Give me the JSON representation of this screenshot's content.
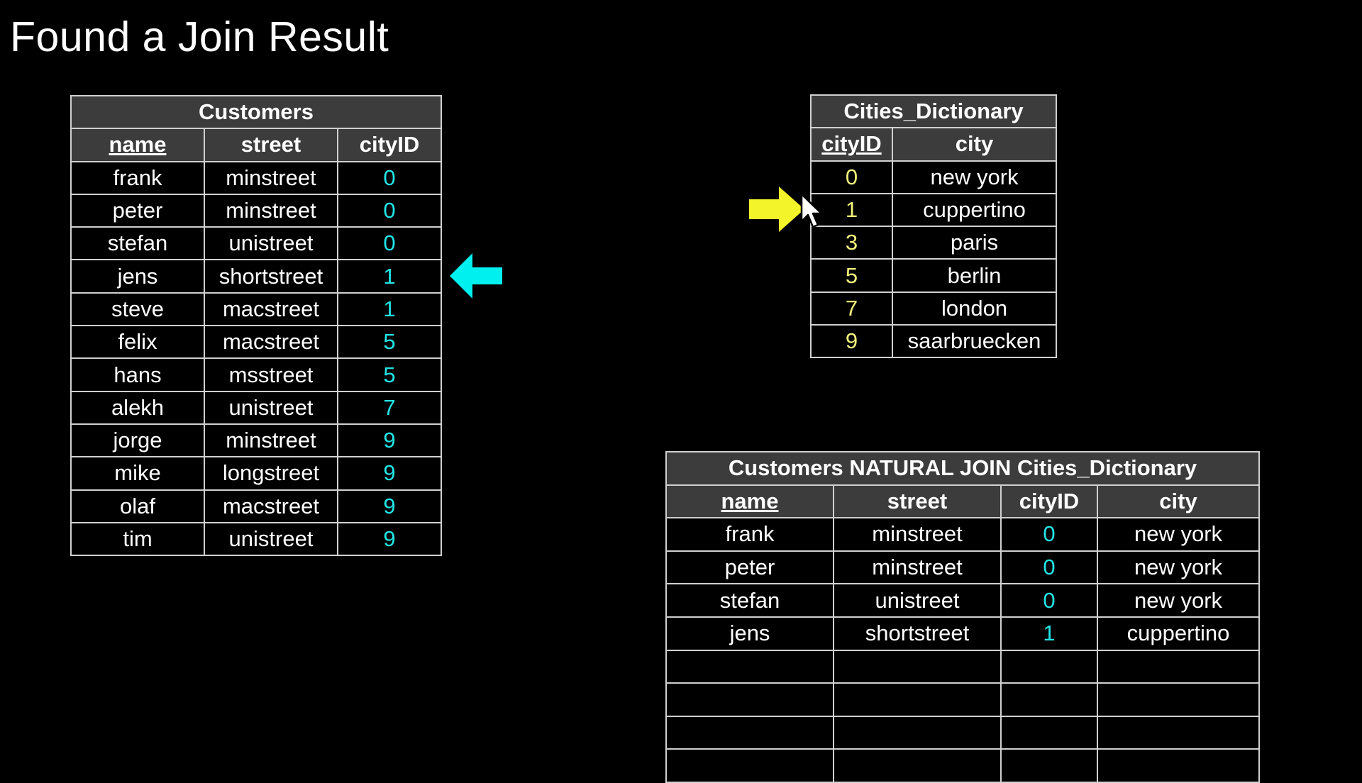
{
  "title": "Found a Join Result",
  "colors": {
    "background": "#000000",
    "cell_highlight": "#22e6e6",
    "key_highlight": "#f2f27a",
    "arrow_left": "#00f0f0",
    "arrow_right": "#f4f42a",
    "header_bg": "#3c3c3c"
  },
  "customers": {
    "caption": "Customers",
    "headers": [
      "name",
      "street",
      "cityID"
    ],
    "rows": [
      [
        "frank",
        "minstreet",
        "0"
      ],
      [
        "peter",
        "minstreet",
        "0"
      ],
      [
        "stefan",
        "unistreet",
        "0"
      ],
      [
        "jens",
        "shortstreet",
        "1"
      ],
      [
        "steve",
        "macstreet",
        "1"
      ],
      [
        "felix",
        "macstreet",
        "5"
      ],
      [
        "hans",
        "msstreet",
        "5"
      ],
      [
        "alekh",
        "unistreet",
        "7"
      ],
      [
        "jorge",
        "minstreet",
        "9"
      ],
      [
        "mike",
        "longstreet",
        "9"
      ],
      [
        "olaf",
        "macstreet",
        "9"
      ],
      [
        "tim",
        "unistreet",
        "9"
      ]
    ]
  },
  "cities": {
    "caption": "Cities_Dictionary",
    "headers": [
      "cityID",
      "city"
    ],
    "rows": [
      [
        "0",
        "new york"
      ],
      [
        "1",
        "cuppertino"
      ],
      [
        "3",
        "paris"
      ],
      [
        "5",
        "berlin"
      ],
      [
        "7",
        "london"
      ],
      [
        "9",
        "saarbruecken"
      ]
    ]
  },
  "join_result": {
    "caption": "Customers NATURAL JOIN Cities_Dictionary",
    "headers": [
      "name",
      "street",
      "cityID",
      "city"
    ],
    "rows": [
      [
        "frank",
        "minstreet",
        "0",
        "new york"
      ],
      [
        "peter",
        "minstreet",
        "0",
        "new york"
      ],
      [
        "stefan",
        "unistreet",
        "0",
        "new york"
      ],
      [
        "jens",
        "shortstreet",
        "1",
        "cuppertino"
      ],
      [
        "",
        "",
        "",
        ""
      ],
      [
        "",
        "",
        "",
        ""
      ],
      [
        "",
        "",
        "",
        ""
      ],
      [
        "",
        "",
        "",
        ""
      ]
    ]
  },
  "icons": {
    "left_arrow": "left-arrow-icon",
    "right_arrow": "right-arrow-icon",
    "cursor": "mouse-cursor-icon"
  }
}
